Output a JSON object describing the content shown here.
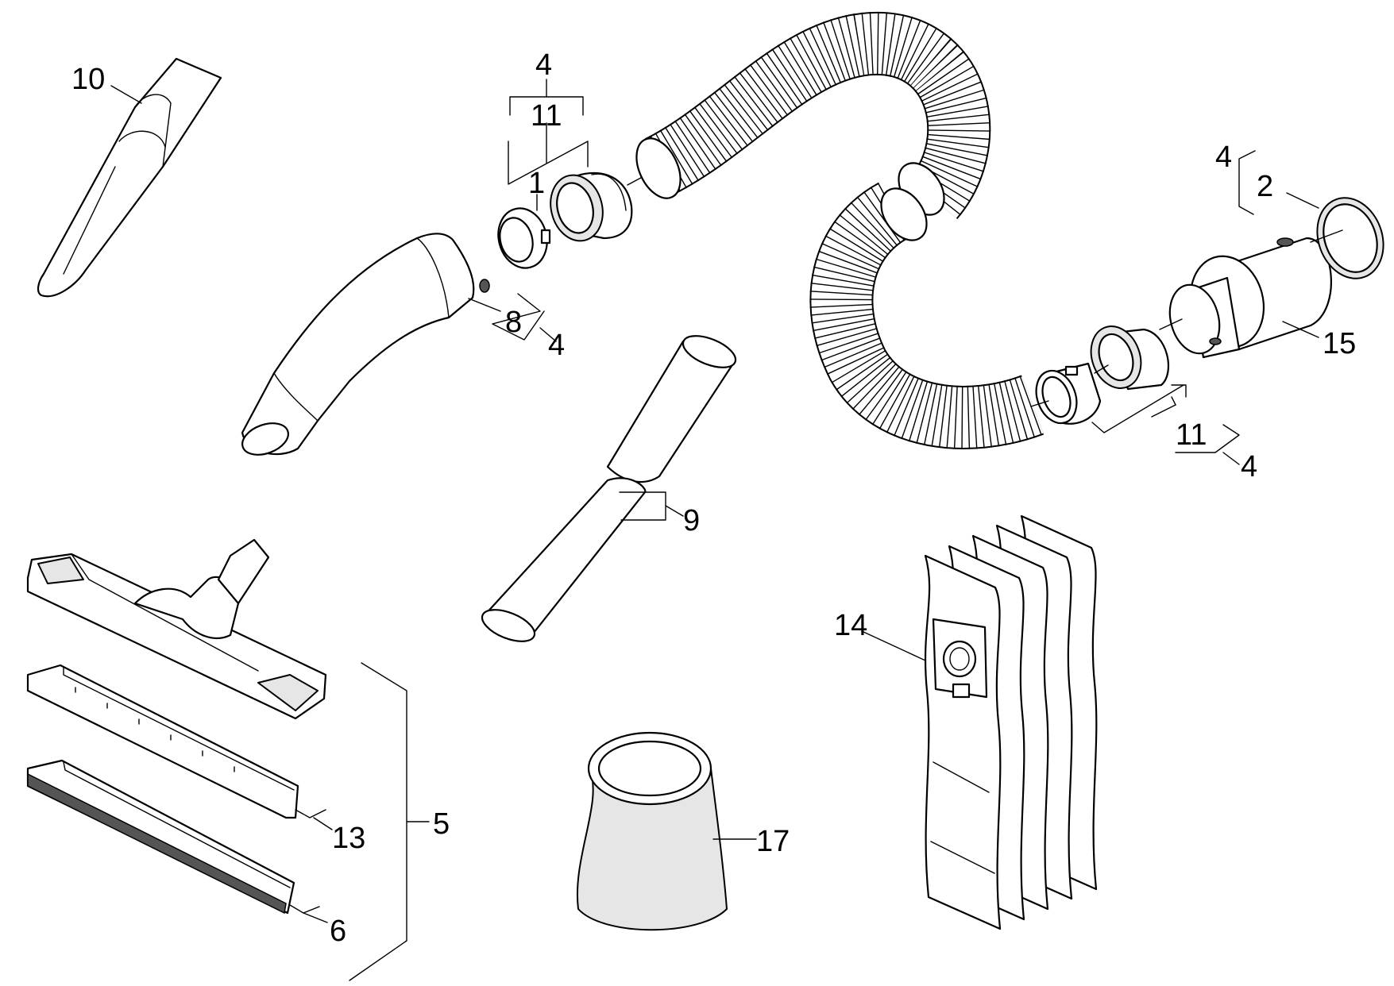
{
  "callouts": {
    "c10": "10",
    "c4_top": "4",
    "c11_top": "11",
    "c1": "1",
    "c8": "8",
    "c4_8": "4",
    "c4_right": "4",
    "c2": "2",
    "c15": "15",
    "c11_bottom": "11",
    "c4_bottom": "4",
    "c9": "9",
    "c14": "14",
    "c5": "5",
    "c13": "13",
    "c6": "6",
    "c17": "17"
  },
  "colors": {
    "line": "#000000",
    "background": "#ffffff",
    "shade": "#e6e6e6"
  }
}
